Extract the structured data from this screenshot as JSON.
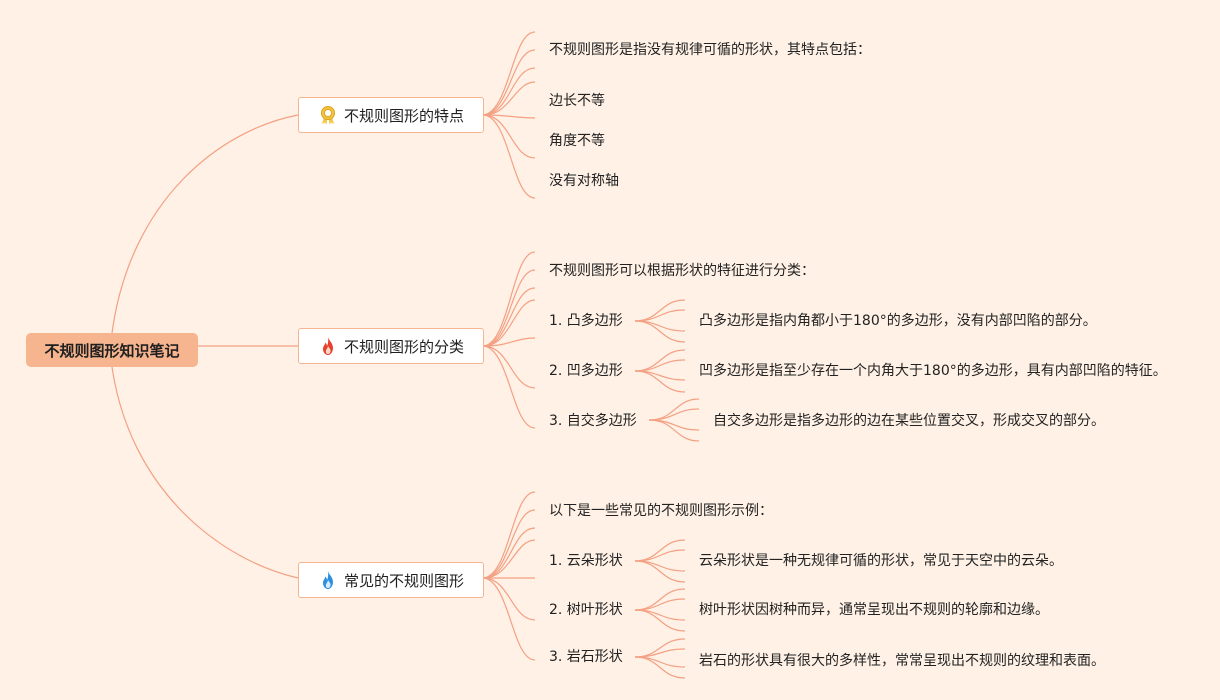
{
  "colors": {
    "background": "#fff1e6",
    "branch_line": "#f4a083",
    "root_fill": "#f6b48f",
    "topic_border": "#f6b48f"
  },
  "root": {
    "label": "不规则图形知识笔记"
  },
  "topics": [
    {
      "label": "不规则图形的特点",
      "icon": "award-ribbon-icon",
      "children": [
        {
          "label": "不规则图形是指没有规律可循的形状，其特点包括："
        },
        {
          "label": "边长不等"
        },
        {
          "label": "角度不等"
        },
        {
          "label": "没有对称轴"
        }
      ]
    },
    {
      "label": "不规则图形的分类",
      "icon": "fire-red-icon",
      "children": [
        {
          "label": "不规则图形可以根据形状的特征进行分类："
        },
        {
          "label": "1. 凸多边形",
          "detail": "凸多边形是指内角都小于180°的多边形，没有内部凹陷的部分。"
        },
        {
          "label": "2. 凹多边形",
          "detail": "凹多边形是指至少存在一个内角大于180°的多边形，具有内部凹陷的特征。"
        },
        {
          "label": "3. 自交多边形",
          "detail": "自交多边形是指多边形的边在某些位置交叉，形成交叉的部分。"
        }
      ]
    },
    {
      "label": "常见的不规则图形",
      "icon": "fire-blue-icon",
      "children": [
        {
          "label": "以下是一些常见的不规则图形示例："
        },
        {
          "label": "1. 云朵形状",
          "detail": "云朵形状是一种无规律可循的形状，常见于天空中的云朵。"
        },
        {
          "label": "2. 树叶形状",
          "detail": "树叶形状因树种而异，通常呈现出不规则的轮廓和边缘。"
        },
        {
          "label": "3. 岩石形状",
          "detail": "岩石的形状具有很大的多样性，常常呈现出不规则的纹理和表面。"
        }
      ]
    }
  ]
}
